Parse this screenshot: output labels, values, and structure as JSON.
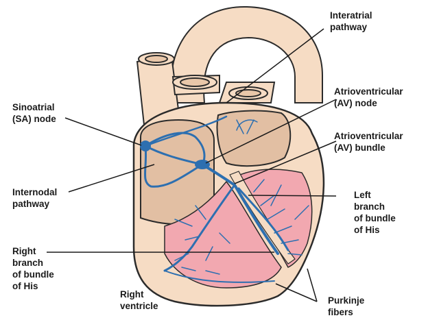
{
  "labels": {
    "interatrial": [
      "Interatrial",
      "pathway"
    ],
    "sa_node": [
      "Sinoatrial",
      "(SA) node"
    ],
    "av_node": [
      "Atrioventricular",
      "(AV) node"
    ],
    "av_bundle": [
      "Atrioventricular",
      "(AV) bundle"
    ],
    "internodal": [
      "Internodal",
      "pathway"
    ],
    "left_branch": [
      "Left",
      "branch",
      "of bundle",
      "of His"
    ],
    "right_branch": [
      "Right",
      "branch",
      "of bundle",
      "of His"
    ],
    "right_ventricle": [
      "Right",
      "ventricle"
    ],
    "purkinje": [
      "Purkinje",
      "fibers"
    ]
  },
  "colors": {
    "heart_wall": "#f6dcc4",
    "chamber": "#e2bfa3",
    "ventricle": "#f2a8b0",
    "conduction": "#2d6fb0",
    "outline": "#2b2b2b"
  }
}
